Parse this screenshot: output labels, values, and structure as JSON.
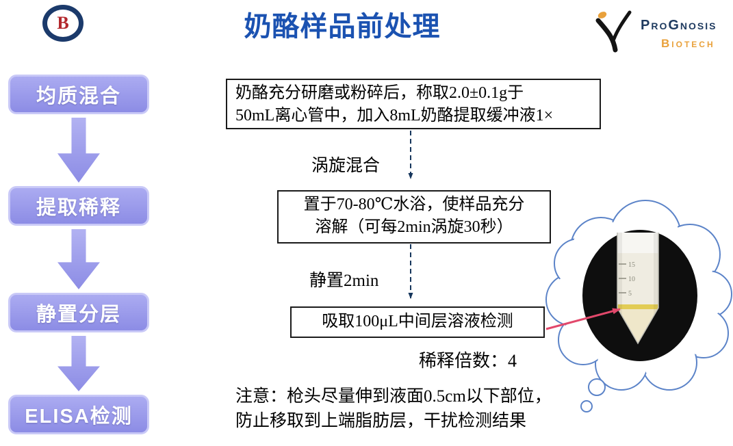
{
  "page": {
    "title": "奶酪样品前处理"
  },
  "badge": {
    "letter": "B"
  },
  "brand": {
    "name": "ProGnosis",
    "sub": "Biotech"
  },
  "steps": {
    "items": [
      {
        "label": "均质混合"
      },
      {
        "label": "提取稀释"
      },
      {
        "label": "静置分层"
      },
      {
        "label": "ELISA检测"
      }
    ]
  },
  "flow": {
    "box_grind": "奶酪充分研磨或粉碎后，称取2.0±0.1g于\n50mL离心管中，加入8mL奶酪提取缓冲液1×",
    "label_vortex": "涡旋混合",
    "box_waterbath": "置于70-80℃水浴，使样品充分\n溶解（可每2min涡旋30秒）",
    "label_rest": "静置2min",
    "box_pipette": "吸取100μL中间层溶液检测",
    "dilution": "稀释倍数：4",
    "note": "注意：枪头尽量伸到液面0.5cm以下部位，\n防止移取到上端脂肪层，干扰检测结果"
  },
  "tube": {
    "marks": [
      "15",
      "10",
      "5"
    ]
  },
  "colors": {
    "title_blue": "#1B52B1",
    "step_purple": "#9191E8",
    "arrow_navy": "#16365C",
    "pointer_red": "#E2486B",
    "brand_navy": "#1E3A5F",
    "brand_orange": "#E9A13B",
    "cloud_blue": "#5B83C8"
  }
}
